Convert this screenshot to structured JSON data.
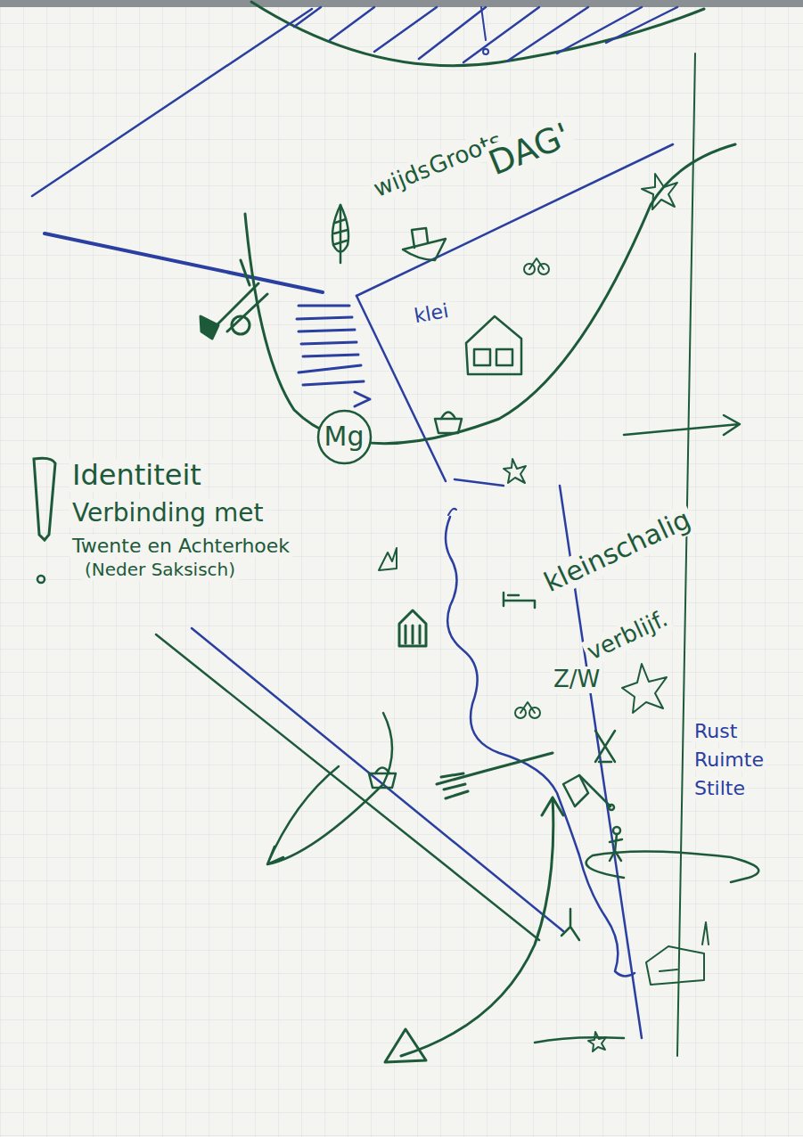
{
  "diagram": {
    "nodes": [
      {
        "text": [
          "Mg"
        ]
      }
    ],
    "labels": [
      "wijds",
      "Groots",
      "DAG'",
      "klei",
      "Identiteit",
      "Verbinding met",
      "Twente en Achterhoek",
      "(Neder Saksisch)",
      "kleinschalig",
      "verblijf.",
      "Z/W",
      "Rust",
      "Ruimte",
      "Stilte"
    ]
  }
}
